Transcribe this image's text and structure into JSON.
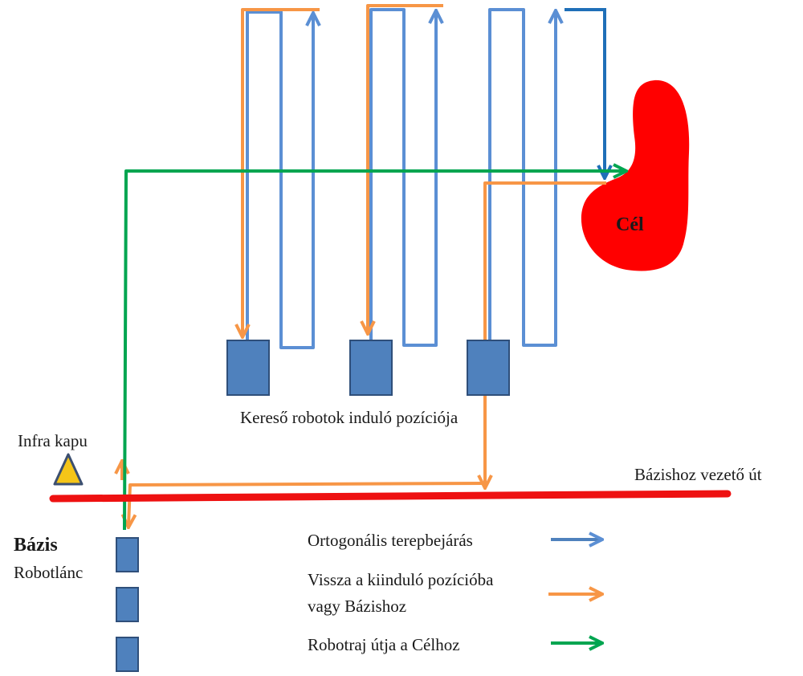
{
  "labels": {
    "target": "Cél",
    "start_positions": "Kereső robotok induló pozíciója",
    "gate": "Infra kapu",
    "road": "Bázishoz vezető út",
    "base_title": "Bázis",
    "base_subtitle": "Robotlánc"
  },
  "legend": [
    {
      "text_lines": [
        "Ortogonális terepbejárás"
      ],
      "color": "#4f81bd"
    },
    {
      "text_lines": [
        "Vissza a kiinduló pozícióba",
        "vagy Bázishoz"
      ],
      "color": "#f79646"
    },
    {
      "text_lines": [
        "Robotraj útja a Célhoz"
      ],
      "color": "#00a550"
    }
  ],
  "colors": {
    "robot_fill": "#4f81bd",
    "robot_stroke": "#2f4f7a",
    "sweep": "#5b8fd4",
    "sweep_dark": "#1f6fb8",
    "return": "#f79646",
    "swarm": "#00a550",
    "road": "#ee1111",
    "target": "#ff0000",
    "gate_fill": "#f5c518",
    "gate_stroke": "#3c4f70"
  },
  "icons": {
    "gate": "triangle-gate-icon",
    "robot": "robot-square-icon"
  }
}
